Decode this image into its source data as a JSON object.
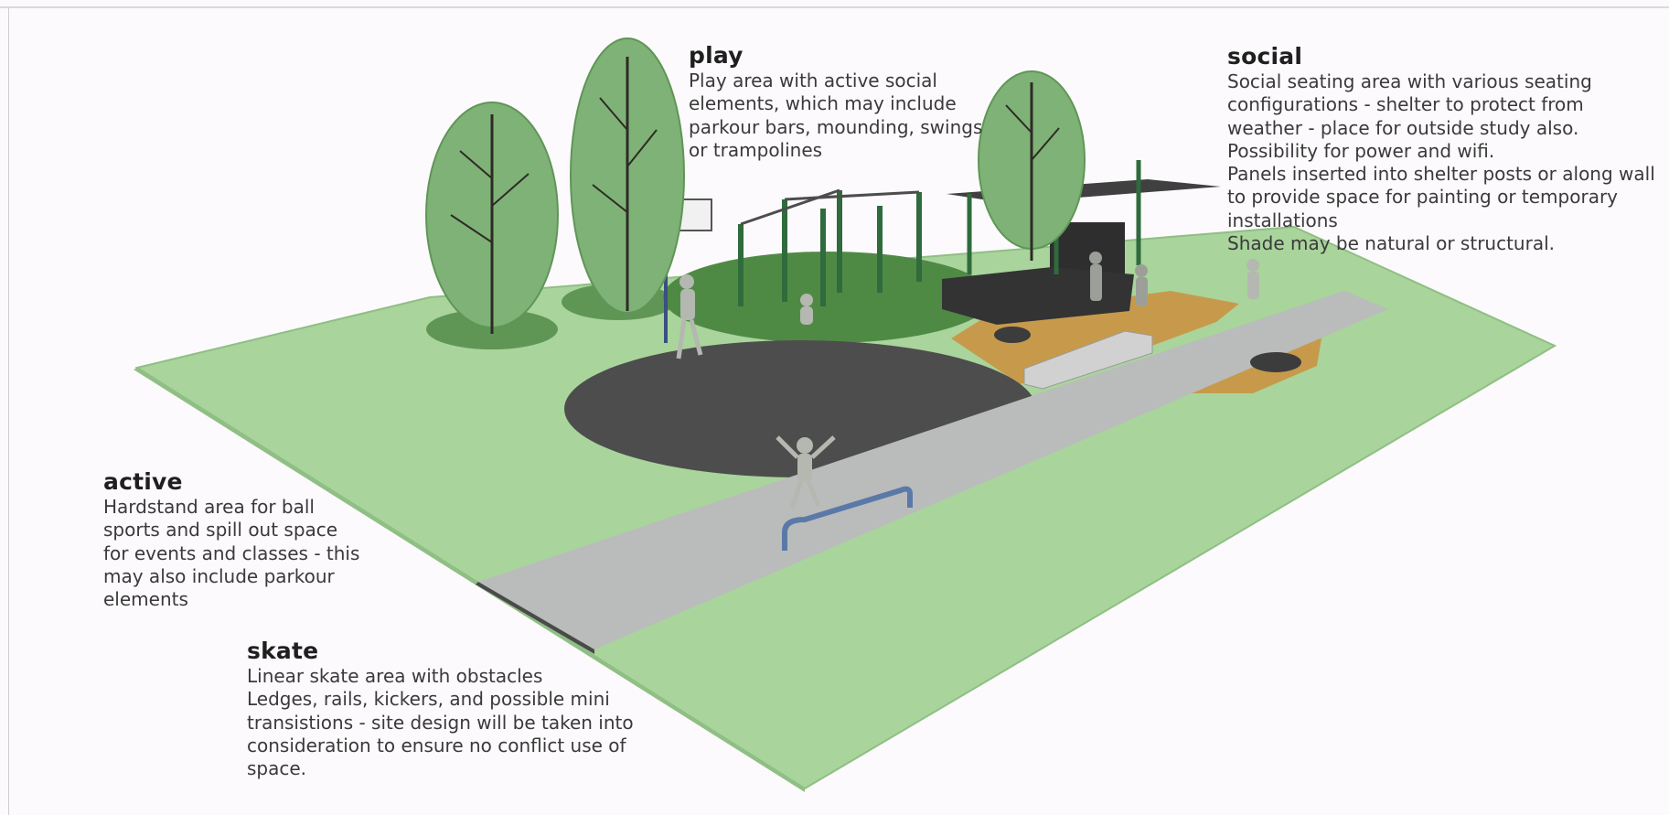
{
  "labels": {
    "play": {
      "title": "play",
      "lines": [
        "Play area with active social",
        "elements, which may include",
        "parkour bars, mounding, swings",
        "or trampolines"
      ]
    },
    "social": {
      "title": "social",
      "lines": [
        "Social seating area with various seating",
        "configurations - shelter to protect from",
        "weather - place for outside study also.",
        "Possibility for power and wifi.",
        "Panels inserted into shelter posts or along wall",
        "to provide space for painting or temporary",
        "installations",
        "Shade may be natural or structural."
      ]
    },
    "active": {
      "title": "active",
      "lines": [
        "Hardstand area for ball",
        "sports and spill out space",
        "for events and classes - this",
        "may also include parkour",
        "elements"
      ]
    },
    "skate": {
      "title": "skate",
      "lines": [
        "Linear skate area with obstacles",
        "Ledges, rails, kickers, and possible mini",
        "transistions - site design will be taken into",
        "consideration to ensure no conflict use of",
        "space."
      ]
    }
  },
  "colors": {
    "lawn": "#a9d49c",
    "lawn_edge": "#8fbf84",
    "play_mound": "#4f8a45",
    "hardstand": "#4d4d4d",
    "path": "#b9bcbb",
    "deck": "#c79a4b",
    "tree_canopy": "#7fb277",
    "shelter": "#404040",
    "bars": "#2f6b3c",
    "rail": "#5b79a8",
    "figure": "#b4b8b0"
  }
}
